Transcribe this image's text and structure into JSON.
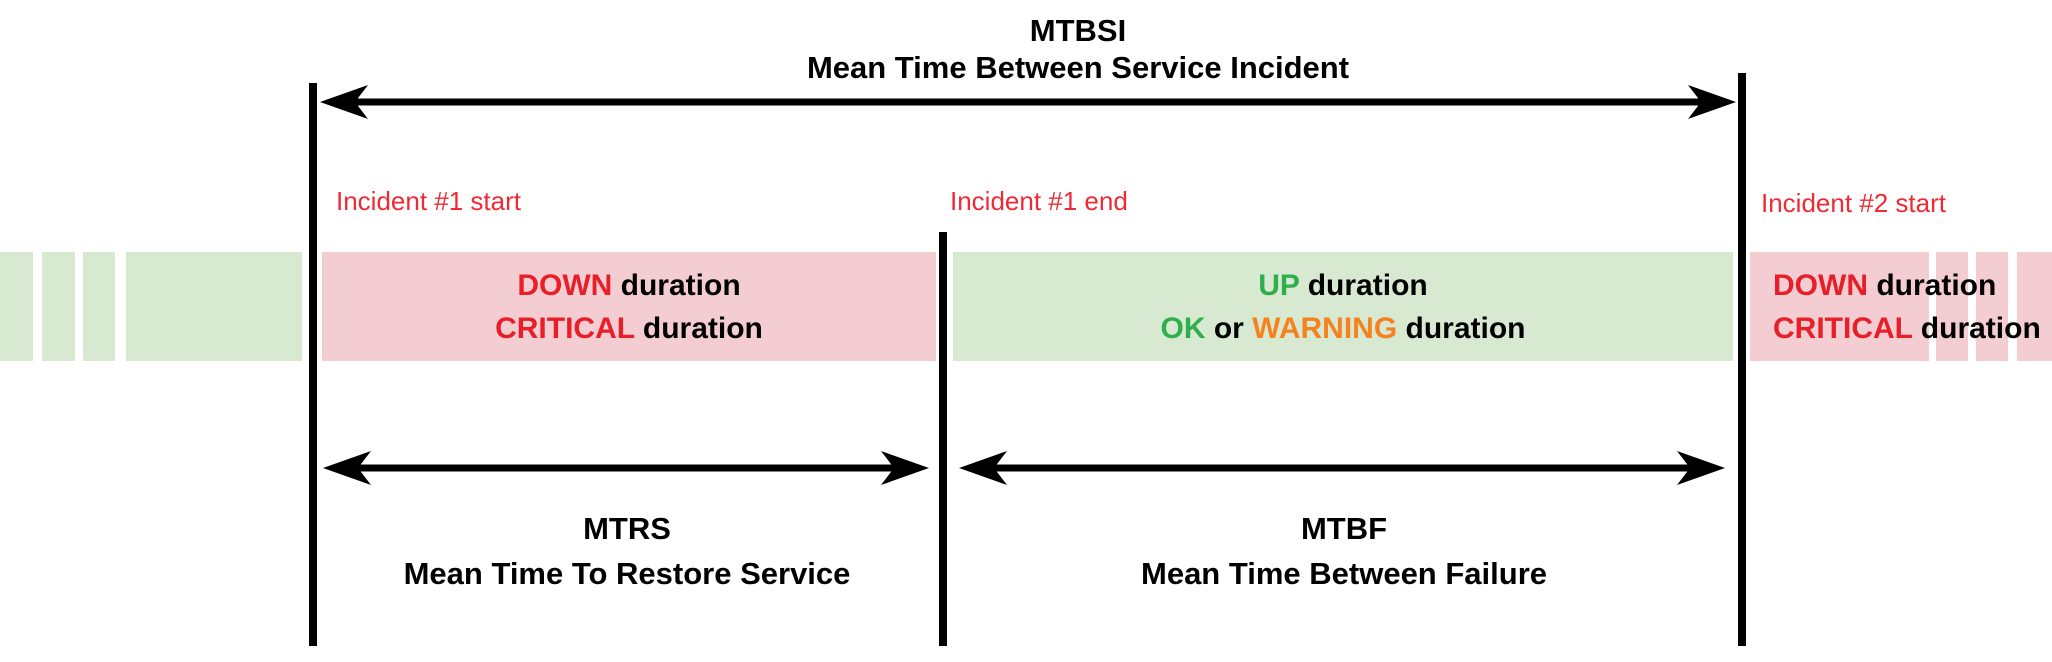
{
  "diagram": {
    "title": {
      "abbr": "MTBSI",
      "full": "Mean Time Between Service Incident"
    },
    "markers": {
      "incident1_start": "Incident #1 start",
      "incident1_end": "Incident #1 end",
      "incident2_start": "Incident #2 start"
    },
    "bands": {
      "down1": {
        "status1": "DOWN",
        "text1": "duration",
        "status2": "CRITICAL",
        "text2": "duration"
      },
      "up": {
        "status1": "UP",
        "text1": "duration",
        "ok": "OK",
        "or_word": "or",
        "warning": "WARNING",
        "text2": "duration"
      },
      "down2": {
        "status1": "DOWN",
        "text1": "duration",
        "status2": "CRITICAL",
        "text2": "duration"
      }
    },
    "metrics": {
      "mtrs": {
        "abbr": "MTRS",
        "full": "Mean Time To Restore Service"
      },
      "mtbf": {
        "abbr": "MTBF",
        "full": "Mean Time Between Failure"
      }
    },
    "colors": {
      "down_band_fill": "#f3cdd1",
      "up_band_fill": "#d8e9d2",
      "status_red": "#e81f29",
      "label_red": "#ee2b35",
      "status_green": "#2fae4d",
      "status_orange": "#f5821f",
      "line_black": "#000000",
      "background": "#ffffff"
    }
  }
}
